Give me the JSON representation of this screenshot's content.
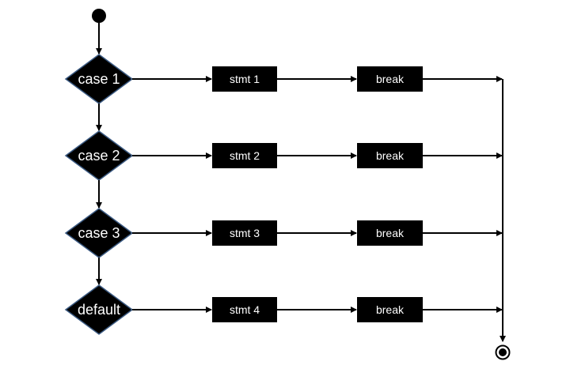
{
  "flowchart": {
    "colors": {
      "shape_fill": "#000000",
      "diamond_stroke": "#3b5a82",
      "line": "#000000",
      "text": "#ffffff",
      "background": "#ffffff"
    },
    "start_node": "initial-node",
    "end_node": "final-node",
    "rows": [
      {
        "case_label": "case 1",
        "stmt_label": "stmt 1",
        "break_label": "break"
      },
      {
        "case_label": "case 2",
        "stmt_label": "stmt 2",
        "break_label": "break"
      },
      {
        "case_label": "case 3",
        "stmt_label": "stmt 3",
        "break_label": "break"
      },
      {
        "case_label": "default",
        "stmt_label": "stmt 4",
        "break_label": "break"
      }
    ]
  }
}
